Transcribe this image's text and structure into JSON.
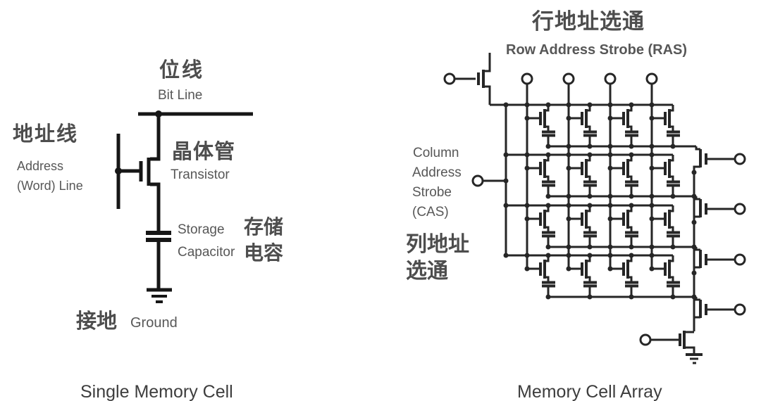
{
  "left_diagram": {
    "bit_line_zh": "位线",
    "bit_line_en": "Bit Line",
    "address_line_zh": "地址线",
    "address_line_en_1": "Address",
    "address_line_en_2": "(Word) Line",
    "transistor_zh": "晶体管",
    "transistor_en": "Transistor",
    "storage_en_1": "Storage",
    "storage_en_2": "Capacitor",
    "storage_zh_1": "存储",
    "storage_zh_2": "电容",
    "ground_zh": "接地",
    "ground_en": "Ground",
    "caption": "Single Memory Cell"
  },
  "right_diagram": {
    "title_zh": "行地址选通",
    "title_en": "Row Address Strobe (RAS)",
    "cas_label_lines": [
      "Column",
      "Address",
      "Strobe",
      "(CAS)"
    ],
    "cas_zh_1": "列地址",
    "cas_zh_2": "选通",
    "caption": "Memory Cell Array",
    "array": {
      "rows": 4,
      "columns": 4,
      "ras_terminals": 4,
      "row_output_terminals": 4,
      "cell_components": [
        "transistor",
        "storage-capacitor"
      ]
    }
  },
  "colors": {
    "ink-left": "#161616",
    "ink-right": "#262626",
    "zh": "#4d4d4d",
    "en": "#575757",
    "cap": "#3d3d3d",
    "background": "#ffffff"
  }
}
